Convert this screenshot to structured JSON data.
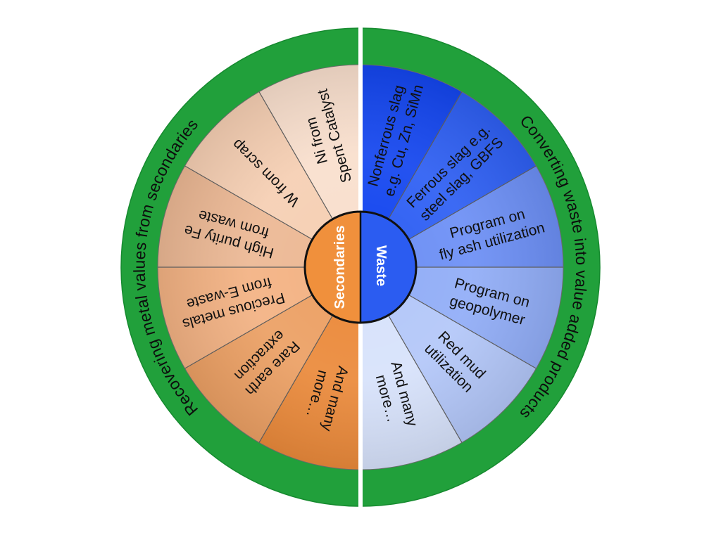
{
  "diagram": {
    "ring": {
      "color": "#21a03b",
      "left_text": "Recovering metal values from secondaries",
      "right_text": "Converting waste into value added products"
    },
    "center": {
      "left_label": "Secondaries",
      "right_label": "Waste",
      "left_color": "#f0903c",
      "right_color": "#2b5cf1"
    },
    "secondaries_wedges": [
      {
        "lines": [
          "Ni from",
          "Spent Catalyst"
        ],
        "color": "#f9dfcd"
      },
      {
        "lines": [
          "W from scrap"
        ],
        "color": "#f6cfb3"
      },
      {
        "lines": [
          "High purity Fe",
          "from waste"
        ],
        "color": "#ecb894"
      },
      {
        "lines": [
          "Precious metals",
          "from E-waste"
        ],
        "color": "#f3b283"
      },
      {
        "lines": [
          "Rare earth",
          "extraction"
        ],
        "color": "#eca064"
      },
      {
        "lines": [
          "And many",
          "more…"
        ],
        "color": "#eb8a3b"
      }
    ],
    "waste_wedges": [
      {
        "lines": [
          "Nonferrous slag",
          "e.g. Cu, Zn, SiMn"
        ],
        "color": "#1446ef"
      },
      {
        "lines": [
          "Ferrous slag e.g.",
          "steel slag, GBFS"
        ],
        "color": "#2e5ff3"
      },
      {
        "lines": [
          "Program on",
          "fly ash utilization"
        ],
        "color": "#6c8ff5"
      },
      {
        "lines": [
          "Program on",
          "geopolymer"
        ],
        "color": "#91adf7"
      },
      {
        "lines": [
          "Red mud",
          "utilization"
        ],
        "color": "#b3c7f9"
      },
      {
        "lines": [
          "And many",
          "more…"
        ],
        "color": "#d7e2fb"
      }
    ]
  }
}
